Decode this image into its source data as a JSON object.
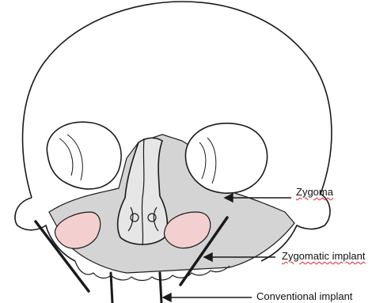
{
  "labels": {
    "zygoma": "Zygoma",
    "zygomatic_implant": "Zygomatic implant",
    "conventional_implant": "Conventional implant"
  },
  "colors": {
    "outline": "#1a1a1a",
    "maxilla_fill": "#d4d4d4",
    "implant_region_fill": "#f4cfd0",
    "label_text": "#111111",
    "spellcheck_underline": "#dd2233"
  }
}
